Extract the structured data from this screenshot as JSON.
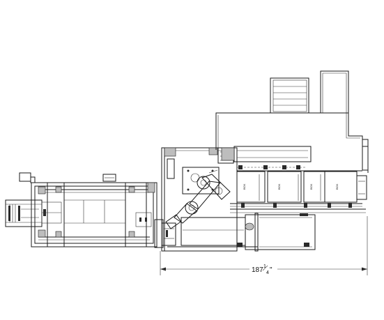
{
  "dimension": {
    "whole": "187",
    "numerator": "1",
    "denominator": "4",
    "unit": "\""
  },
  "box_labels": [
    "BOX",
    "BOX",
    "BOX",
    "BOX"
  ]
}
